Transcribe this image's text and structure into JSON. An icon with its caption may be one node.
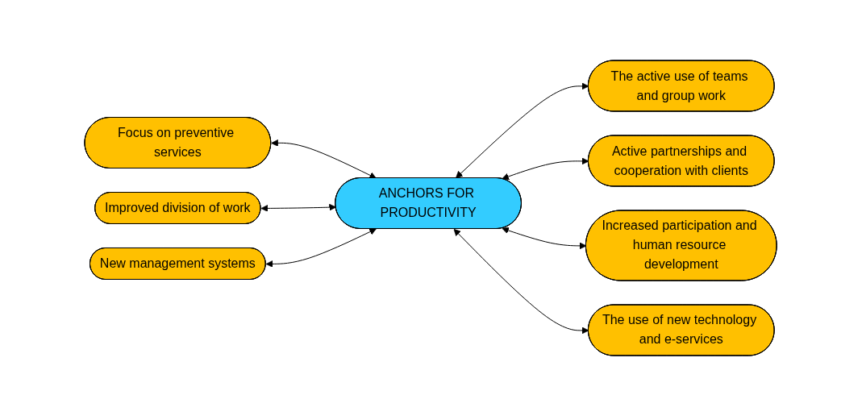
{
  "diagram": {
    "nodes": [
      {
        "text": [
          "Focus on preventive services"
        ]
      },
      {
        "text": [
          "The active use of teams and group work"
        ]
      },
      {
        "text": [
          "Active partnerships and cooperation with clients"
        ]
      },
      {
        "text": [
          "Improved division of work"
        ]
      },
      {
        "text": [
          "ANCHORS FOR PRODUCTIVITY"
        ]
      },
      {
        "text": [
          "New management systems"
        ]
      },
      {
        "text": [
          "Increased participation and human resource development"
        ]
      },
      {
        "text": [
          "The use of new technology and e-services"
        ]
      }
    ],
    "edges": [
      {
        "from": 0,
        "to": 4,
        "arrow": "both"
      },
      {
        "from": 4,
        "to": 1,
        "arrow": "both"
      },
      {
        "from": 4,
        "to": 2,
        "arrow": "both"
      },
      {
        "from": 3,
        "to": 4,
        "arrow": "both"
      },
      {
        "from": 5,
        "to": 4,
        "arrow": "both"
      },
      {
        "from": 4,
        "to": 6,
        "arrow": "both"
      },
      {
        "from": 4,
        "to": 7,
        "arrow": "both"
      }
    ]
  }
}
